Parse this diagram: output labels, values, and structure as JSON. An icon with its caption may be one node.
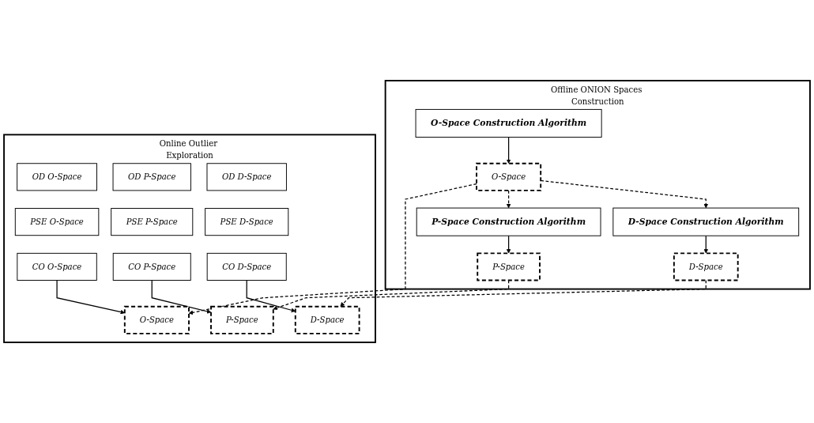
{
  "diagram": {
    "nodes": [
      {
        "text": [
          "Offline ONION Spaces Construction"
        ]
      },
      {
        "text": [
          "O-Space Construction Algorithm"
        ],
        "in": 0
      },
      {
        "text": [
          "O-Space"
        ],
        "in": 0
      },
      {
        "text": [
          "D-Space Construction Algorithm"
        ],
        "in": 0
      },
      {
        "text": [
          "P-Space Construction Algorithm"
        ],
        "in": 0
      },
      {
        "text": [
          "D-Space"
        ],
        "in": 0
      },
      {
        "text": [
          "P-Space"
        ],
        "in": 0
      },
      {
        "text": [
          "Online Outlier Exploration"
        ]
      },
      {
        "text": [
          "OD O-Space"
        ],
        "in": 7
      },
      {
        "text": [
          "OD P-Space"
        ],
        "in": 7
      },
      {
        "text": [
          "OD D-Space"
        ],
        "in": 7
      },
      {
        "text": [
          "PSE O-Space"
        ],
        "in": 7
      },
      {
        "text": [
          "PSE P-Space"
        ],
        "in": 7
      },
      {
        "text": [
          "PSE D-Space"
        ],
        "in": 7
      },
      {
        "text": [
          "CO O-Space"
        ],
        "in": 7
      },
      {
        "text": [
          "CO P-Space"
        ],
        "in": 7
      },
      {
        "text": [
          "CO D-Space"
        ],
        "in": 7
      },
      {
        "text": [
          "O-Space"
        ],
        "in": 7
      },
      {
        "text": [
          "P-Space"
        ],
        "in": 7
      },
      {
        "text": [
          "D-Space"
        ],
        "in": 7
      }
    ],
    "edges": [
      {
        "from": 1,
        "to": 2,
        "arrow": "to"
      },
      {
        "from": 2,
        "to": 3,
        "arrow": "to",
        "style": "dashed"
      },
      {
        "from": 2,
        "to": 4,
        "arrow": "to",
        "style": "dashed"
      },
      {
        "from": 3,
        "to": 5,
        "arrow": "to"
      },
      {
        "from": 4,
        "to": 6,
        "arrow": "to"
      },
      {
        "from": 2,
        "to": 17,
        "arrow": "to",
        "style": "dashed"
      },
      {
        "from": 14,
        "to": 17,
        "arrow": "to"
      },
      {
        "from": 15,
        "to": 18,
        "arrow": "to"
      },
      {
        "from": 16,
        "to": 19,
        "arrow": "to"
      },
      {
        "from": 6,
        "to": 18,
        "arrow": "to",
        "style": "dashed"
      },
      {
        "from": 5,
        "to": 19,
        "arrow": "to",
        "style": "dashed"
      }
    ]
  }
}
